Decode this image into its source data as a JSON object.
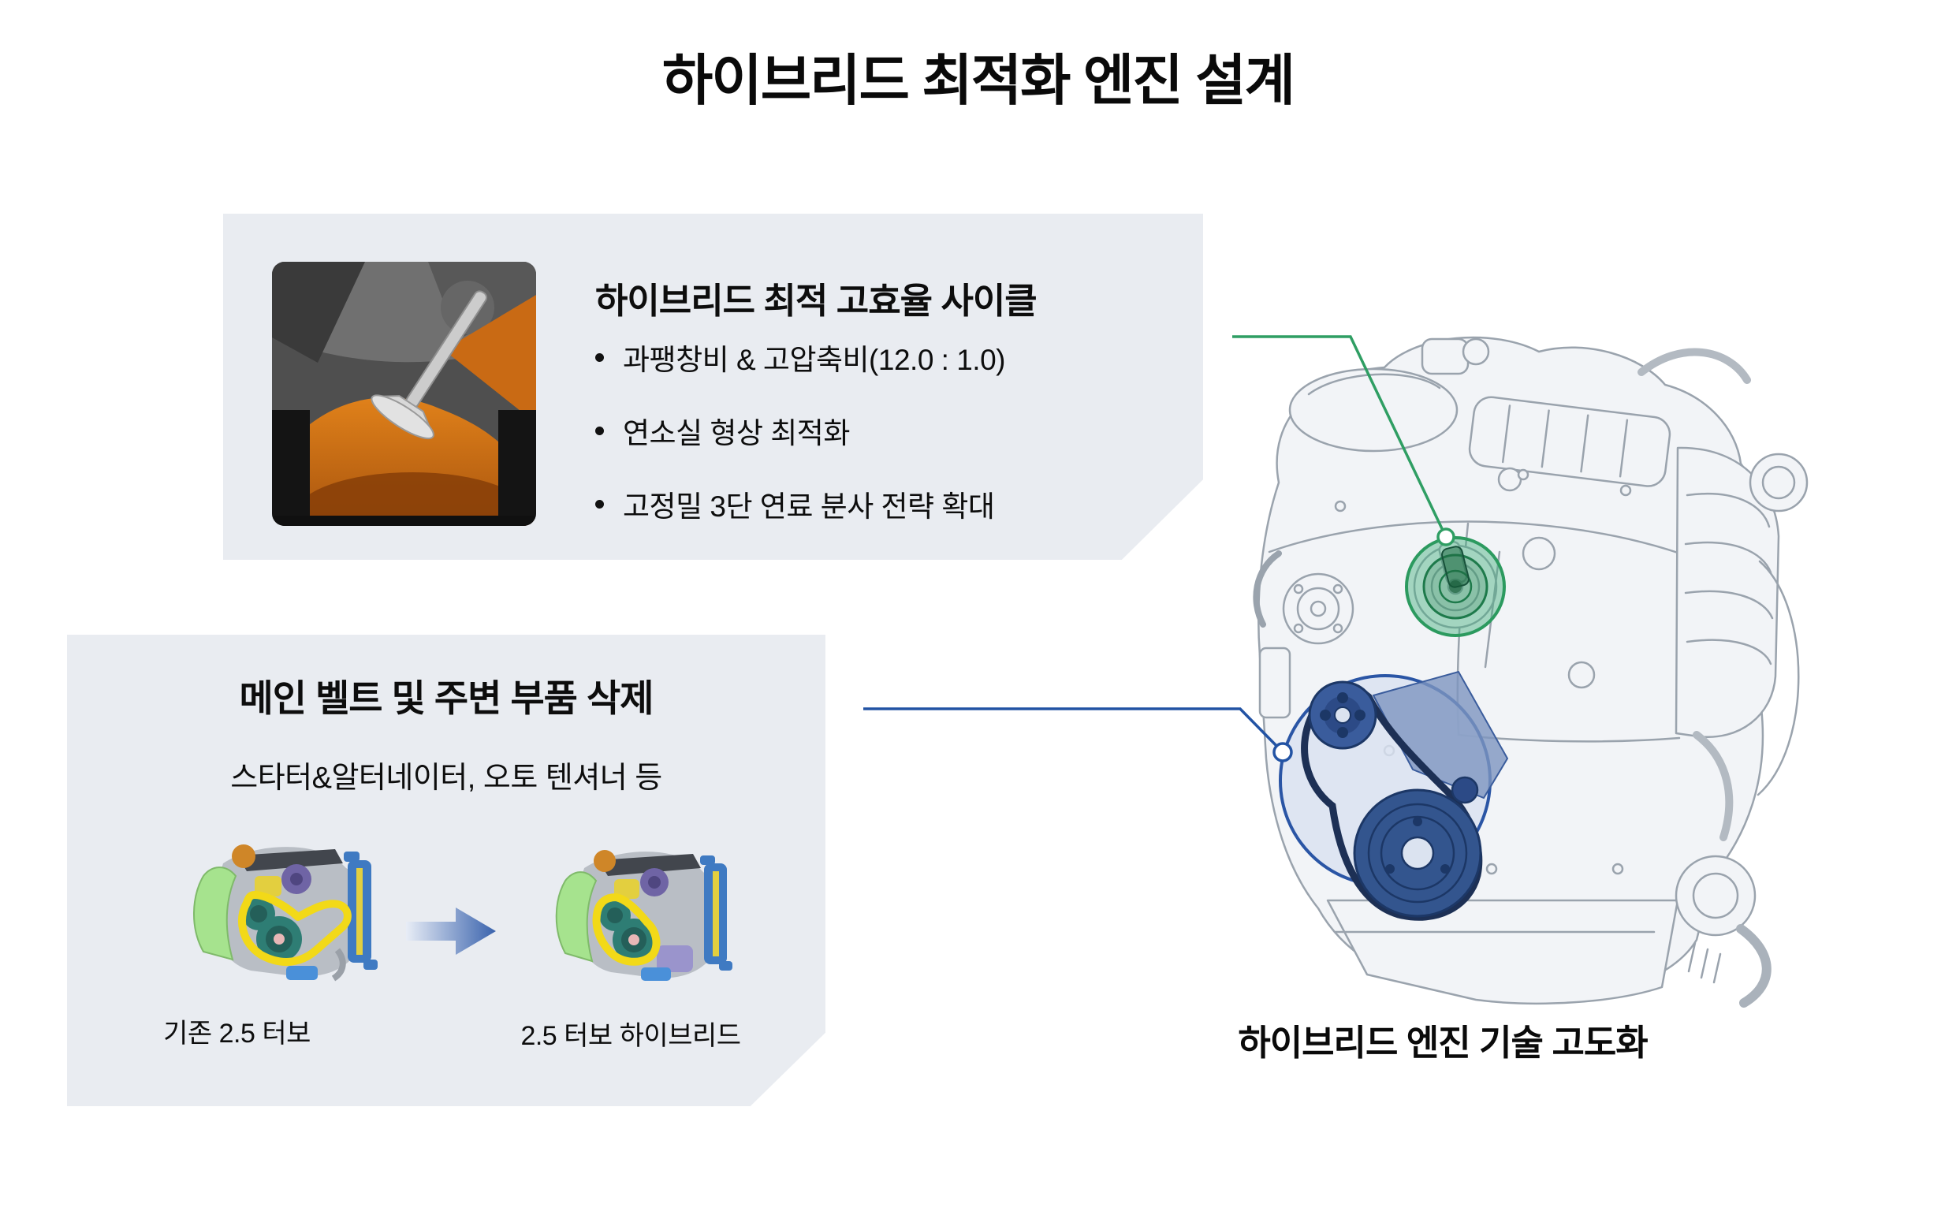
{
  "title": "하이브리드 최적화 엔진 설계",
  "callout1": {
    "heading": "하이브리드 최적 고효율 사이클",
    "bullets": [
      "과팽창비 & 고압축비(12.0 : 1.0)",
      "연소실 형상 최적화",
      "고정밀 3단 연료 분사 전략 확대"
    ]
  },
  "callout2": {
    "heading": "메인 벨트 및 주변 부품 삭제",
    "subtitle": "스타터&알터네이터, 오토 텐셔너 등",
    "before_label": "기존 2.5 터보",
    "after_label": "2.5 터보 하이브리드"
  },
  "engine": {
    "caption": "하이브리드 엔진 기술 고도화"
  },
  "icons": {
    "transition_arrow": "right-arrow",
    "green_callout_node": "connector-node",
    "blue_callout_node": "connector-node"
  },
  "colors": {
    "panel_bg": "#e9ecf1",
    "accent_green": "#2f9e63",
    "accent_blue": "#2253a4",
    "highlight_green_fill": "#43b07c",
    "highlight_blue_fill": "#d9e2f0",
    "belt_highlight_yellow": "#f2d918",
    "text": "#0d0d0d"
  }
}
